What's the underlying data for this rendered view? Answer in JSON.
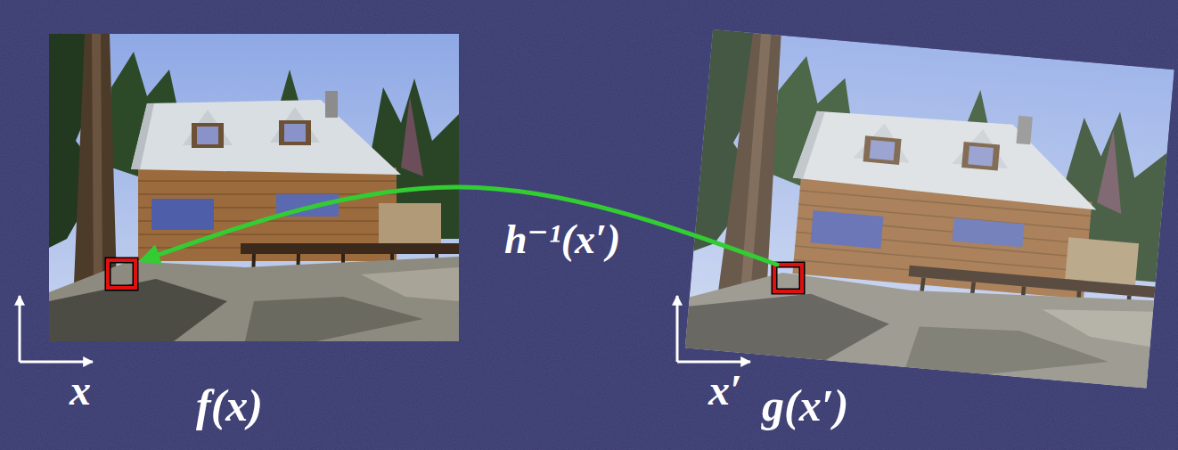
{
  "diagram": {
    "nodes": [
      {
        "text": [
          "f(x)"
        ]
      },
      {
        "text": [
          "g(x′)"
        ]
      }
    ],
    "edges": [
      {
        "from": 1,
        "to": 0,
        "arrow": "to",
        "label": "h⁻¹(x′)"
      }
    ],
    "labels": [
      "x",
      "x′"
    ]
  }
}
